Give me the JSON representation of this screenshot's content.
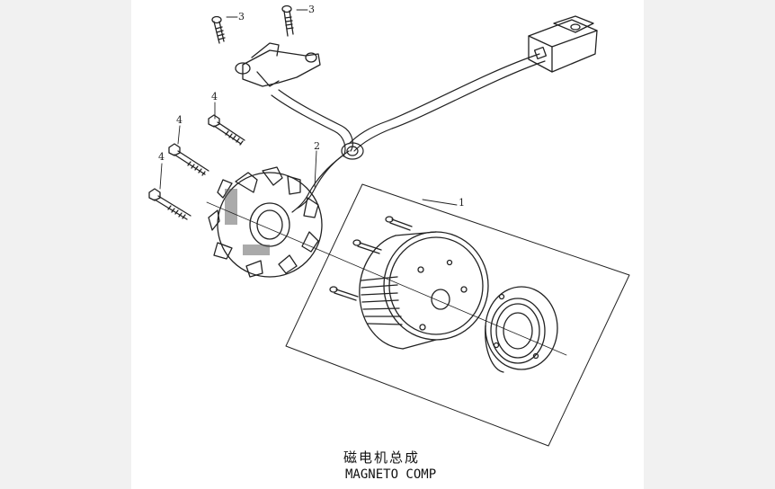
{
  "diagram": {
    "title_cn": "磁电机总成",
    "title_en": "MAGNETO COMP",
    "callouts": [
      "3",
      "3",
      "4",
      "4",
      "4",
      "2",
      "1"
    ]
  },
  "colors": {
    "background": "#f1f1f1",
    "canvas": "#ffffff",
    "line": "#222222"
  }
}
